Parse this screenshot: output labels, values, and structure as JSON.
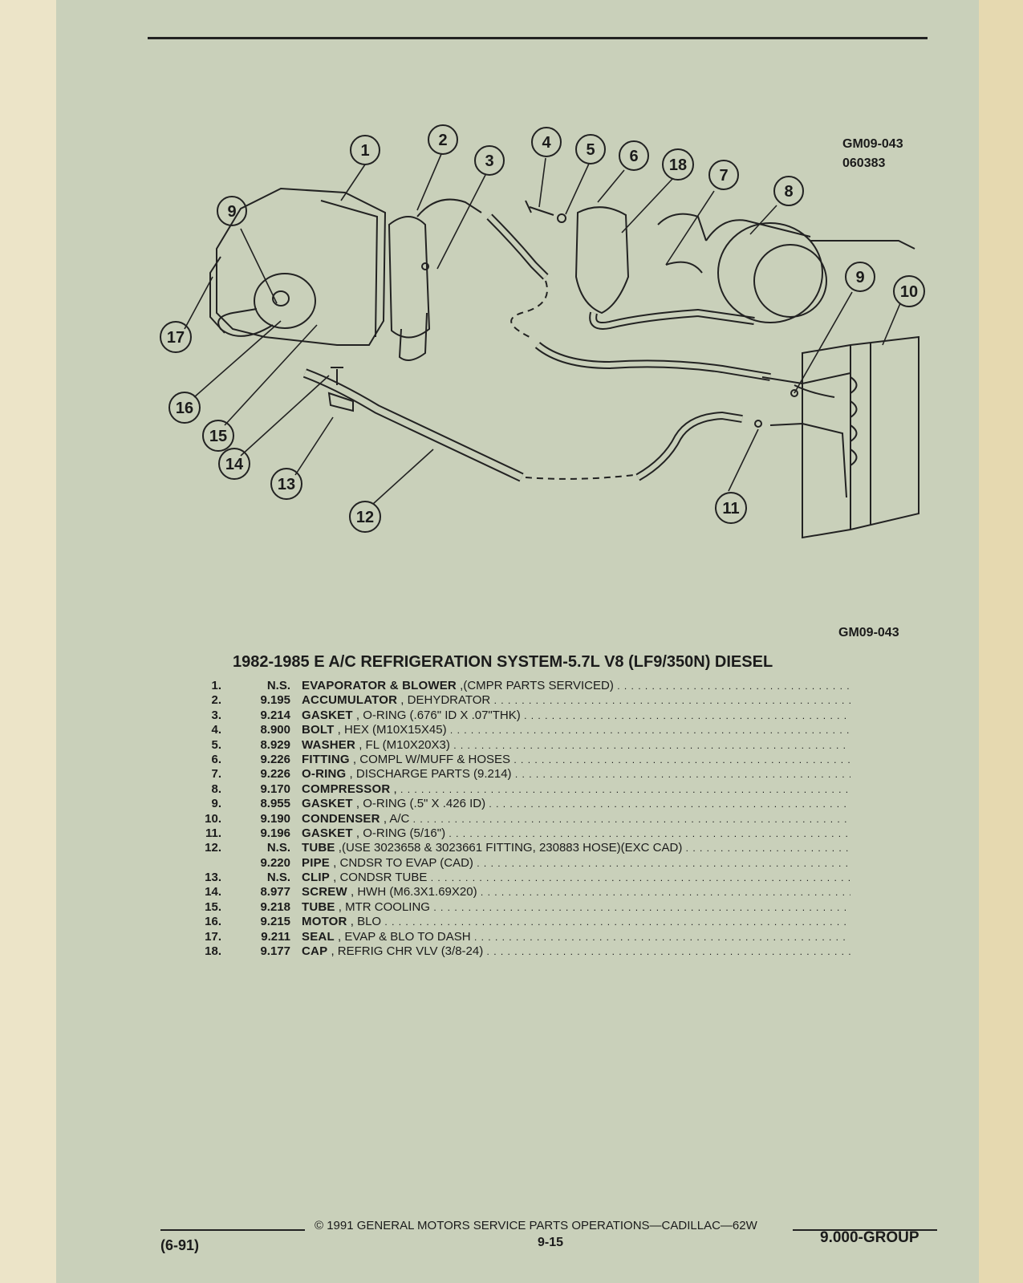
{
  "figure": {
    "code": "GM09-043",
    "date_code": "060383",
    "code_bottom": "GM09-043",
    "callouts": [
      "1",
      "2",
      "3",
      "4",
      "5",
      "6",
      "18",
      "7",
      "8",
      "9",
      "10",
      "9",
      "17",
      "16",
      "15",
      "14",
      "13",
      "12",
      "11"
    ]
  },
  "title": "1982-1985 E A/C REFRIGERATION SYSTEM-5.7L V8 (LF9/350N) DIESEL",
  "parts": [
    {
      "num": "1.",
      "pn": "N.S.",
      "name": "EVAPORATOR & BLOWER",
      "detail": " ,(CMPR PARTS SERVICED)"
    },
    {
      "num": "2.",
      "pn": "9.195",
      "name": "ACCUMULATOR",
      "detail": " , DEHYDRATOR"
    },
    {
      "num": "3.",
      "pn": "9.214",
      "name": "GASKET",
      "detail": " , O-RING (.676\" ID X .07\"THK)"
    },
    {
      "num": "4.",
      "pn": "8.900",
      "name": "BOLT",
      "detail": " , HEX (M10X15X45)"
    },
    {
      "num": "5.",
      "pn": "8.929",
      "name": "WASHER",
      "detail": " , FL (M10X20X3)"
    },
    {
      "num": "6.",
      "pn": "9.226",
      "name": "FITTING",
      "detail": " , COMPL W/MUFF & HOSES"
    },
    {
      "num": "7.",
      "pn": "9.226",
      "name": "O-RING",
      "detail": " , DISCHARGE PARTS (9.214)"
    },
    {
      "num": "8.",
      "pn": "9.170",
      "name": "COMPRESSOR",
      "detail": " ,"
    },
    {
      "num": "9.",
      "pn": "8.955",
      "name": "GASKET",
      "detail": " , O-RING (.5\" X .426 ID)"
    },
    {
      "num": "10.",
      "pn": "9.190",
      "name": "CONDENSER",
      "detail": " , A/C"
    },
    {
      "num": "11.",
      "pn": "9.196",
      "name": "GASKET",
      "detail": " , O-RING (5/16\")"
    },
    {
      "num": "12.",
      "pn": "N.S.",
      "name": "TUBE",
      "detail": " ,(USE 3023658 & 3023661 FITTING, 230883 HOSE)(EXC CAD)"
    },
    {
      "num": "",
      "pn": "9.220",
      "name": "PIPE",
      "detail": " , CNDSR TO EVAP (CAD)"
    },
    {
      "num": "13.",
      "pn": "N.S.",
      "name": "CLIP",
      "detail": " , CONDSR TUBE"
    },
    {
      "num": "14.",
      "pn": "8.977",
      "name": "SCREW",
      "detail": " , HWH (M6.3X1.69X20)"
    },
    {
      "num": "15.",
      "pn": "9.218",
      "name": "TUBE",
      "detail": " , MTR COOLING"
    },
    {
      "num": "16.",
      "pn": "9.215",
      "name": "MOTOR",
      "detail": " , BLO"
    },
    {
      "num": "17.",
      "pn": "9.211",
      "name": "SEAL",
      "detail": " , EVAP & BLO TO DASH"
    },
    {
      "num": "18.",
      "pn": "9.177",
      "name": "CAP",
      "detail": " , REFRIG CHR VLV (3/8-24)"
    }
  ],
  "footer": {
    "copyright": "©  1991  GENERAL MOTORS SERVICE PARTS OPERATIONS—CADILLAC—62W",
    "date": "(6-91)",
    "page": "9-15",
    "group": "9.000-GROUP"
  }
}
